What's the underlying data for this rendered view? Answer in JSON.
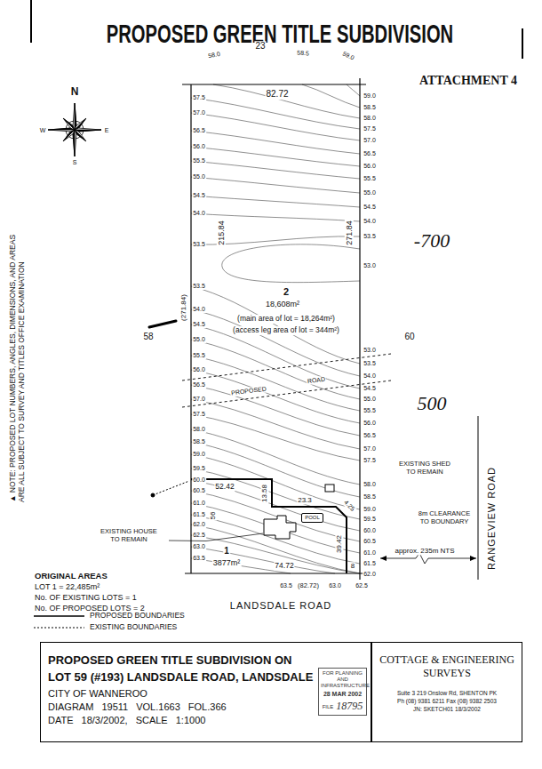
{
  "diagram": {
    "title": "PROPOSED GREEN TITLE SUBDIVISION",
    "nodes": [
      {
        "text": [
          "POOL"
        ]
      },
      {
        "text": [
          "PROPOSED GREEN TITLE SUBDIVISION ON LOT 59 (#193) LANDSDALE ROAD, LANDSDALE",
          "CITY OF WANNEROO",
          "DIAGRAM 19511 VOL.1663 FOL.366",
          "DATE 18/3/2002, SCALE 1:1000"
        ]
      },
      {
        "text": [
          "FOR PLANNING AND INFRASTRUCTURE",
          "28 MAR 2002",
          "FILE",
          "18795"
        ],
        "in": 1
      },
      {
        "text": [
          "COTTAGE & ENGINEERING SURVEYS",
          "Suite 3 219 Onslow Rd, SHENTON PK",
          "Ph (08) 9381 6211 Fax (08) 9382 2503",
          "JN: SKETCH01 18/3/2002"
        ]
      }
    ],
    "labels": [
      "ATTACHMENT 4",
      "N",
      "W",
      "E",
      "S",
      "23",
      "58.0",
      "58.5",
      "59.0",
      "82.72",
      "57.5",
      "57.0",
      "56.5",
      "56.0",
      "55.5",
      "55.0",
      "54.5",
      "54.0",
      "53.5",
      "59.0",
      "58.5",
      "58.0",
      "57.5",
      "57.0",
      "56.5",
      "56.0",
      "55.5",
      "55.0",
      "54.5",
      "54.0",
      "53.5",
      "53.0",
      "215.84",
      "271.84",
      "-700",
      "2",
      "18,608m²",
      "(main area of lot = 18,264m²)",
      "(access leg area of lot = 344m²)",
      "(271.84)",
      "58",
      "60",
      "53.5",
      "54.0",
      "54.5",
      "55.0",
      "55.5",
      "56.0",
      "56.5",
      "57.0",
      "57.5",
      "58.0",
      "58.5",
      "59.0",
      "59.5",
      "60.0",
      "60.5",
      "61.0",
      "61.5",
      "62.0",
      "62.5",
      "63.0",
      "63.5",
      "53.0",
      "53.5",
      "54.0",
      "54.5",
      "55.0",
      "55.5",
      "56.0",
      "56.5",
      "57.0",
      "57.5",
      "58.0",
      "58.5",
      "59.0",
      "59.5",
      "60.0",
      "60.5",
      "61.0",
      "61.5",
      "62.0",
      "PROPOSED",
      "ROAD",
      "500",
      "EXISTING SHED TO REMAIN",
      "52.42",
      "13.58",
      "23.3",
      "4.25",
      "8m CLEARANCE TO BOUNDARY",
      "EXISTING HOUSE TO REMAIN",
      "56",
      "39.42",
      "1",
      "3877m²",
      "74.72",
      "8",
      "approx. 235m NTS",
      "RANGEVIEW ROAD",
      "ORIGINAL AREAS",
      "LOT 1 = 22,485m²",
      "No. OF EXISTING LOTS = 1",
      "No. OF PROPOSED LOTS = 2",
      "63.5",
      "(82.72)",
      "63.0",
      "62.5",
      "LANDSDALE ROAD",
      "▲ NOTE: PROPOSED LOT NUMBERS, ANGLES, DIMENSIONS, AND AREAS ARE ALL SUBJECT TO SURVEY AND TITLES OFFICE EXAMINATION"
    ],
    "legend": [
      {
        "text": "PROPOSED BOUNDARIES"
      },
      {
        "text": "EXISTING BOUNDARIES"
      }
    ]
  }
}
